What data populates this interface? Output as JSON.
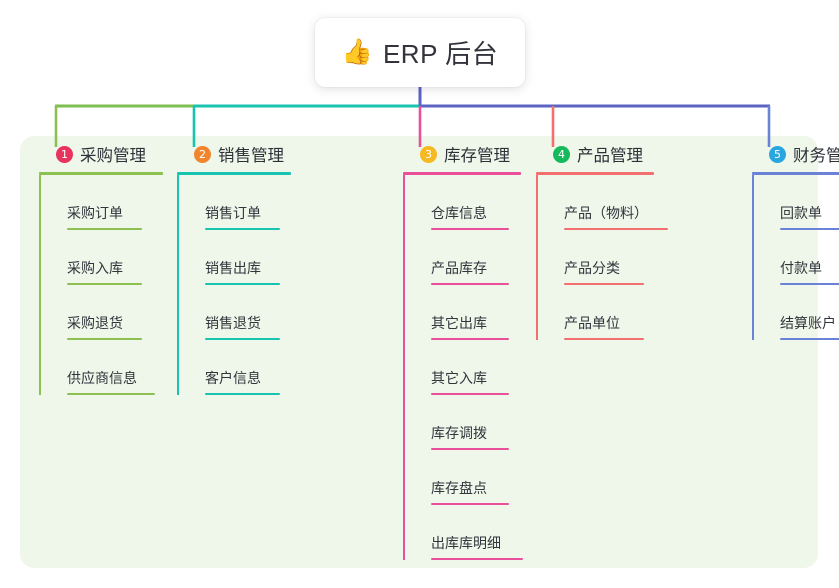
{
  "root": {
    "icon": "thumbs-up-icon",
    "emoji": "👍",
    "title": "ERP 后台"
  },
  "theme": {
    "canvas_background": "#ffffff",
    "panel_background": "#eef7ea",
    "card_background": "#ffffff",
    "text_color": "#33343c",
    "trunk_color": "#5b63c4"
  },
  "connectors": {
    "segments": [
      {
        "name": "trunk-vertical",
        "color": "#5b63c4"
      },
      {
        "name": "bus-green",
        "color": "#7ebe52"
      },
      {
        "name": "bus-teal",
        "color": "#18c4b0"
      },
      {
        "name": "bus-indigo",
        "color": "#5b63c4"
      },
      {
        "name": "drop-1",
        "color": "#8cc152"
      },
      {
        "name": "drop-2",
        "color": "#18c4b0"
      },
      {
        "name": "drop-3",
        "color": "#ea4f9a"
      },
      {
        "name": "drop-4",
        "color": "#f2706e"
      },
      {
        "name": "drop-5",
        "color": "#6b83d6"
      }
    ]
  },
  "chart_data": {
    "type": "tree",
    "title": "ERP 后台",
    "root_label": "ERP 后台",
    "branch_count": 5,
    "leaf_count": 21
  },
  "columns": [
    {
      "index": "1",
      "badge": "1",
      "badge_color": "#e8335e",
      "line_color": "#8cc152",
      "title": "采购管理",
      "head_rule_width": 124,
      "items": [
        {
          "label": "采购订单",
          "rule_width": 75
        },
        {
          "label": "采购入库",
          "rule_width": 75
        },
        {
          "label": "采购退货",
          "rule_width": 75
        },
        {
          "label": "供应商信息",
          "rule_width": 88
        }
      ]
    },
    {
      "index": "2",
      "badge": "2",
      "badge_color": "#f0852e",
      "line_color": "#18c4b0",
      "title": "销售管理",
      "head_rule_width": 114,
      "items": [
        {
          "label": "销售订单",
          "rule_width": 75
        },
        {
          "label": "销售出库",
          "rule_width": 75
        },
        {
          "label": "销售退货",
          "rule_width": 75
        },
        {
          "label": "客户信息",
          "rule_width": 75
        }
      ]
    },
    {
      "index": "3",
      "badge": "3",
      "badge_color": "#f5b921",
      "line_color": "#ea4f9a",
      "title": "库存管理",
      "head_rule_width": 118,
      "items": [
        {
          "label": "仓库信息",
          "rule_width": 78
        },
        {
          "label": "产品库存",
          "rule_width": 78
        },
        {
          "label": "其它出库",
          "rule_width": 78
        },
        {
          "label": "其它入库",
          "rule_width": 78
        },
        {
          "label": "库存调拨",
          "rule_width": 78
        },
        {
          "label": "库存盘点",
          "rule_width": 78
        },
        {
          "label": "出库库明细",
          "rule_width": 92
        }
      ]
    },
    {
      "index": "4",
      "badge": "4",
      "badge_color": "#16b95c",
      "line_color": "#f2706e",
      "title": "产品管理",
      "head_rule_width": 118,
      "items": [
        {
          "label": "产品（物料）",
          "rule_width": 104
        },
        {
          "label": "产品分类",
          "rule_width": 80
        },
        {
          "label": "产品单位",
          "rule_width": 80
        }
      ]
    },
    {
      "index": "5",
      "badge": "5",
      "badge_color": "#29a5e0",
      "line_color": "#6b83d6",
      "title": "财务管理",
      "head_rule_width": 118,
      "items": [
        {
          "label": "回款单",
          "rule_width": 66
        },
        {
          "label": "付款单",
          "rule_width": 66
        },
        {
          "label": "结算账户",
          "rule_width": 78
        }
      ]
    }
  ]
}
